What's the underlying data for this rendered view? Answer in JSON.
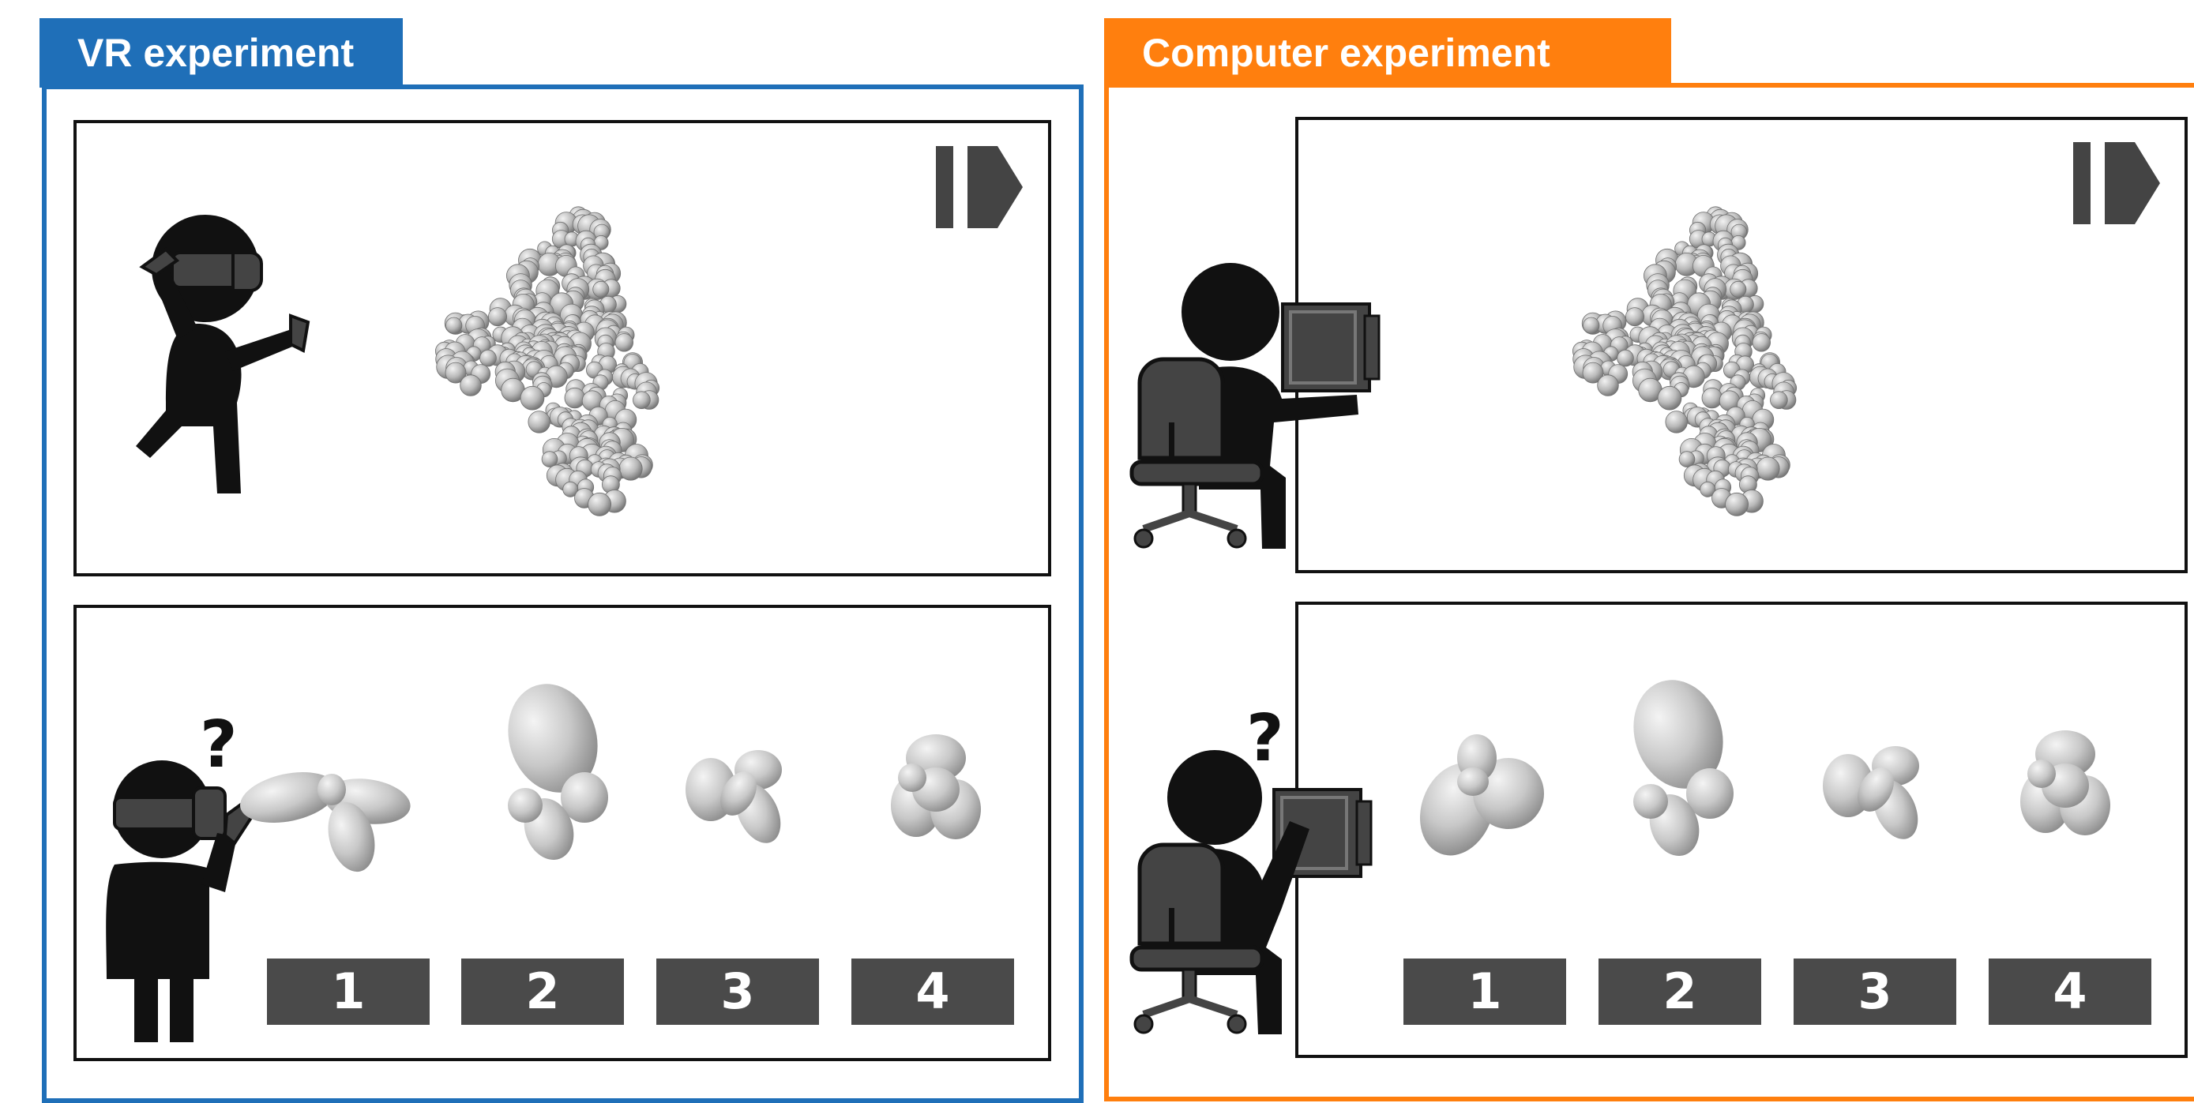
{
  "vr_panel": {
    "title": "VR experiment",
    "color": "#1f6fb8",
    "answers": [
      "1",
      "2",
      "3",
      "4"
    ],
    "question_mark": "?"
  },
  "computer_panel": {
    "title": "Computer experiment",
    "color": "#ff7f0e",
    "answers": [
      "1",
      "2",
      "3",
      "4"
    ],
    "question_mark": "?"
  },
  "icons": {
    "next": "play-next-icon",
    "vr_user": "vr-headset-person-icon",
    "desk_user": "desk-computer-person-icon",
    "molecule": "protein-molecule-surface",
    "shapes": "rotated-shape-candidates"
  },
  "colors": {
    "figure": "#111111",
    "device": "#444444",
    "shape_fill": "#bdbdbd",
    "button": "#4a4a4a"
  }
}
